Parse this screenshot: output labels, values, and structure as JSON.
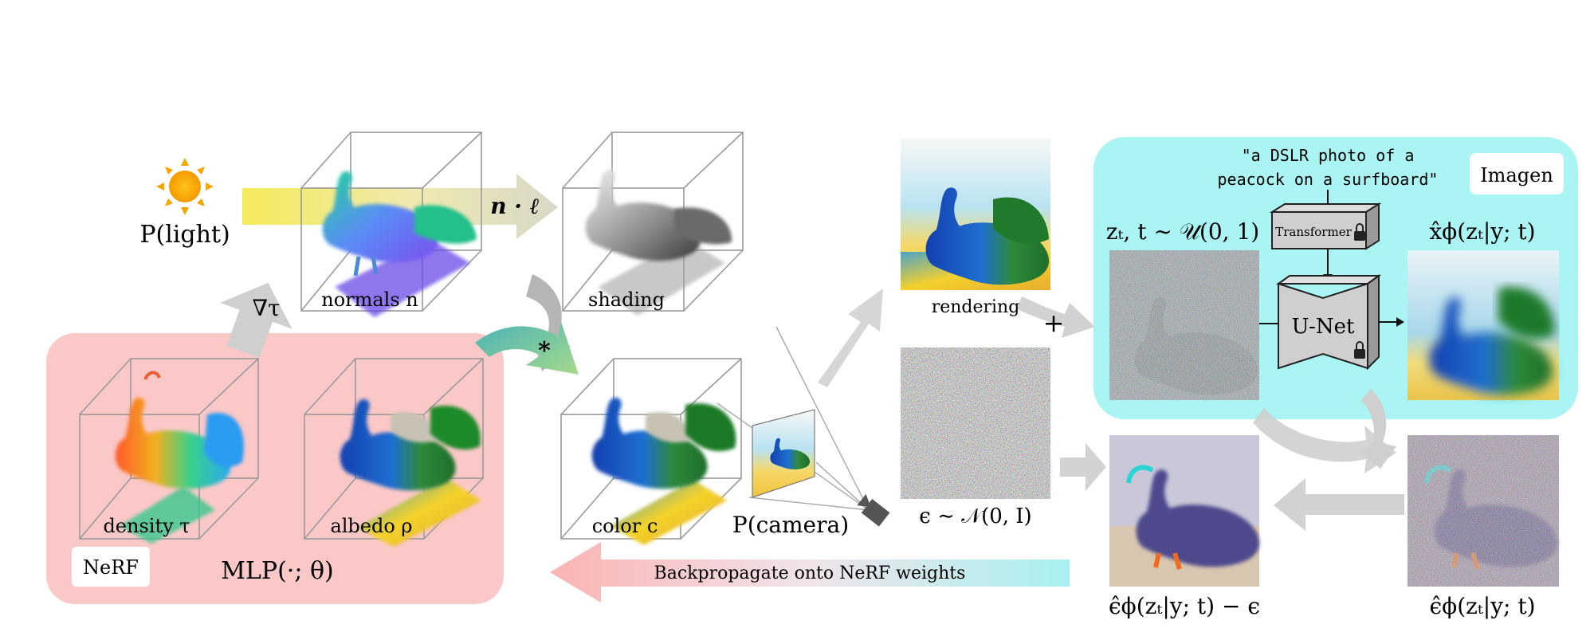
{
  "light": {
    "label": "P(light)"
  },
  "gradient_label": "∇τ",
  "dot_label": "n · ℓ",
  "multiply_label": "*",
  "plus_label": "+",
  "cubes": {
    "normals": "normals n",
    "shading": "shading",
    "density": "density τ",
    "albedo": "albedo ρ",
    "color": "color c"
  },
  "camera_label": "P(camera)",
  "rendering_label": "rendering",
  "noise_label": "ϵ ∼ 𝒩(0, I)",
  "nerf": {
    "tag": "NeRF",
    "mlp": "MLP(·; θ)"
  },
  "imagen": {
    "tag": "Imagen",
    "prompt_line1": "\"a DSLR photo of a",
    "prompt_line2": "peacock on a surfboard\"",
    "zt_label": "zₜ, t ∼ 𝒰(0, 1)",
    "transformer_label": "Transformer",
    "unet_label": "U-Net",
    "xhat_label": "x̂ϕ(zₜ|y; t)"
  },
  "grad_label": "ϵ̂ϕ(zₜ|y; t) − ϵ",
  "epshat_label": "ϵ̂ϕ(zₜ|y; t)",
  "backprop_label": "Backpropagate onto NeRF weights",
  "colors": {
    "nerf_panel": "#fbc8c8",
    "imagen_panel": "#aaf4f4",
    "light_beam": "#f2e66a",
    "gray_arrow": "#cfcfcf",
    "sun": "#f7a600"
  }
}
